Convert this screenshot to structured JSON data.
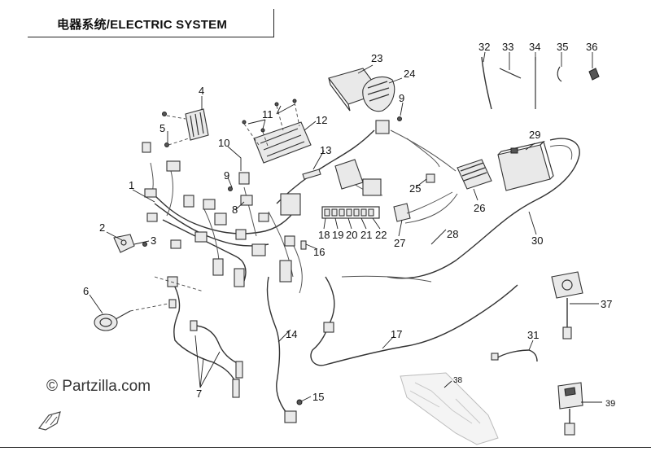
{
  "title": "电器系统/ELECTRIC SYSTEM",
  "copyright": "© Partzilla.com",
  "callouts": [
    "1",
    "2",
    "3",
    "4",
    "5",
    "6",
    "7",
    "8",
    "9",
    "9",
    "10",
    "11",
    "12",
    "13",
    "14",
    "15",
    "16",
    "17",
    "18",
    "19",
    "20",
    "21",
    "22",
    "23",
    "24",
    "25",
    "26",
    "27",
    "28",
    "29",
    "30",
    "31",
    "32",
    "33",
    "34",
    "35",
    "36",
    "37",
    "38",
    "39"
  ]
}
